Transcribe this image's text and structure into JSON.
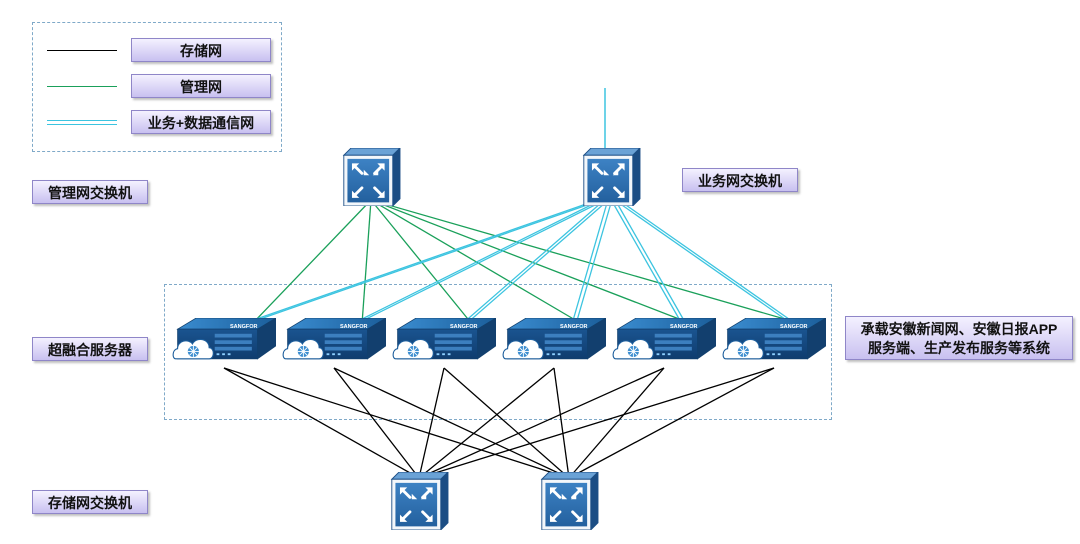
{
  "legend": {
    "items": [
      {
        "label": "存储网",
        "color": "#000000"
      },
      {
        "label": "管理网",
        "color": "#1aa05a"
      },
      {
        "label": "业务+数据通信网",
        "color": "#3cc4e0"
      }
    ]
  },
  "labels": {
    "mgmt_switch": "管理网交换机",
    "biz_switch": "业务网交换机",
    "hci_server": "超融合服务器",
    "storage_switch": "存储网交换机",
    "systems_line1": "承载安徽新闻网、安徽日报APP",
    "systems_line2": "服务端、生产发布服务等系统"
  },
  "server_brand": "SANGFOR",
  "colors": {
    "storage": "#000000",
    "management": "#1aa05a",
    "business": "#3cc4e0",
    "switch_face": "#2e6fb0",
    "server_body": "#1f5f9a"
  }
}
